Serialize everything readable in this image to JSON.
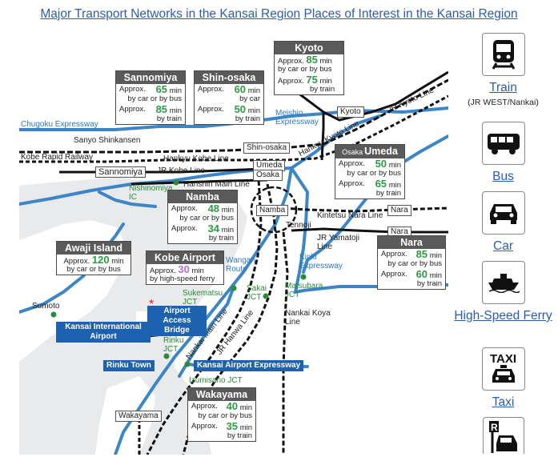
{
  "top_links": [
    {
      "label": "Major Transport Networks in the Kansai Region"
    },
    {
      "label": "Places of Interest in the Kansai Region"
    }
  ],
  "map": {
    "boxes": {
      "kyoto": {
        "title": "Kyoto",
        "car_time": "85",
        "train_time": "75"
      },
      "sannomiya": {
        "title": "Sannomiya",
        "car_time": "65",
        "train_time": "85"
      },
      "shinosaka": {
        "title": "Shin-osaka",
        "car_time": "60",
        "train_time": "50"
      },
      "umeda": {
        "title_prefix": "Osaka",
        "title": "Umeda",
        "car_time": "50",
        "train_time": "65"
      },
      "namba": {
        "title": "Namba",
        "car_time": "48",
        "train_time": "34"
      },
      "nara": {
        "title": "Nara",
        "car_time": "85",
        "train_time": "60"
      },
      "awaji": {
        "title": "Awaji Island",
        "car_time": "120"
      },
      "kobe_airport": {
        "title": "Kobe Airport",
        "ferry_time": "30"
      },
      "wakayama": {
        "title": "Wakayama",
        "car_time": "40",
        "train_time": "35"
      }
    },
    "text": {
      "approx": "Approx.",
      "min": "min",
      "by_car_or_bus": "by car or by bus",
      "by_car": "by car",
      "by_train": "by train",
      "by_ferry": "by high-speed ferry"
    },
    "labels": {
      "chugoku": "Chugoku Expressway",
      "sanyo": "Sanyo Shinkansen",
      "hankyu_kobe": "Hankyu Kobe Line",
      "kobe_rapid": "Kobe Rapid Railway",
      "jr_kobe": "JR Kobe Line",
      "hanshin": "Hanshin Main Line",
      "nishinomiya": "Nishinomiya IC",
      "meishin": "Meishin Expressway",
      "jr_kyoto": "JR Kyoto Line",
      "hankyu_kyoto": "Hankyu Kyoto Line",
      "kintetsu_nara": "Kintetsu Nara Line",
      "jr_yamatoji": "JR Yamatoji Line",
      "tennoji": "Tennoji",
      "wangan": "Wangan Route",
      "kinki_exp": "Kinki Expressway",
      "sukematsu": "Sukematsu JCT",
      "sakai": "Sakai JCT",
      "matsubara": "Matsubara JCT",
      "nankai_koya": "Nankai Koya Line",
      "nankai_main": "Nankai Main Line",
      "jr_hanwa": "JR Hanwa Line",
      "rinku_jct": "Rinku JCT",
      "izumisano": "Izumisano JCT",
      "sumoto": "Sumoto"
    },
    "stations": {
      "kyoto": "Kyoto",
      "shinosaka": "Shin-osaka",
      "umeda": "Umeda",
      "osaka": "Osaka",
      "sannomiya": "Sannomiya",
      "namba": "Namba",
      "nara1": "Nara",
      "nara2": "Nara",
      "wakayama": "Wakayama"
    },
    "tags": {
      "bridge": "Airport Access Bridge",
      "kix": "Kansai International Airport",
      "rinku_town": "Rinku Town",
      "kix_exp": "Kansai Airport Expressway"
    }
  },
  "transport": [
    {
      "label": "Train",
      "sub": "(JR WEST/Nankai)",
      "icon": "train-icon"
    },
    {
      "label": "Bus",
      "icon": "bus-icon"
    },
    {
      "label": "Car",
      "icon": "car-icon"
    },
    {
      "label": "High-Speed Ferry",
      "icon": "ferry-icon"
    },
    {
      "label": "Taxi",
      "icon": "taxi-icon"
    },
    {
      "label": "",
      "icon": "rental-car-icon"
    }
  ],
  "icon_text": {
    "taxi": "TAXI",
    "rental": "R"
  },
  "colors": {
    "link": "#2a5db0",
    "expressway": "#3c86c8",
    "sea": "#e8eaec",
    "land": "#ffffff",
    "minutes": "#2f9a45",
    "ferry_minutes": "#b570c8",
    "tag_blue": "#1d62b0"
  }
}
